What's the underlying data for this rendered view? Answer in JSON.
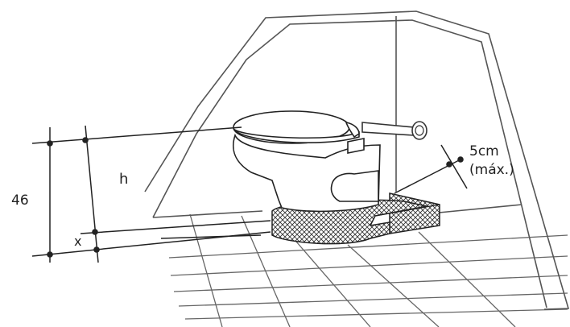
{
  "labels": {
    "total_height": "46",
    "seat_height": "h",
    "base_height": "x",
    "offset_line1": "5cm",
    "offset_line2": "(máx.)"
  },
  "colors": {
    "ink": "#222222",
    "wall": "#555555",
    "grid": "#666666",
    "fill": "#ffffff"
  }
}
